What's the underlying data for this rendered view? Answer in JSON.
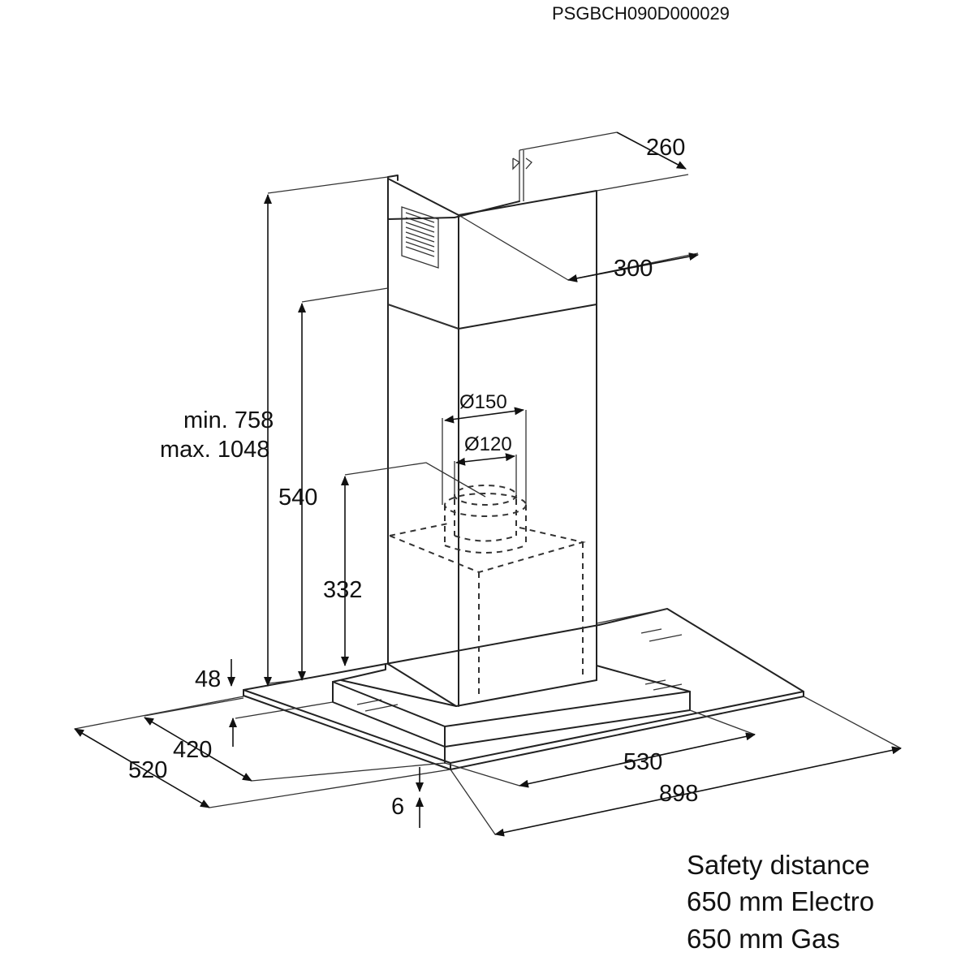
{
  "document_id": "PSGBCH090D000029",
  "dimensions": {
    "chimney_depth": "260",
    "chimney_width": "300",
    "total_height_min": "min. 758",
    "total_height_max": "max. 1048",
    "chimney_lower_height": "540",
    "body_height": "332",
    "outlet_outer": "Ø150",
    "outlet_inner": "Ø120",
    "glass_thickness": "48",
    "body_depth": "420",
    "canopy_depth": "520",
    "body_width": "530",
    "canopy_width": "898",
    "glass_edge": "6"
  },
  "safety": {
    "line1": "Safety distance",
    "line2": "650 mm Electro",
    "line3": "650 mm Gas"
  }
}
